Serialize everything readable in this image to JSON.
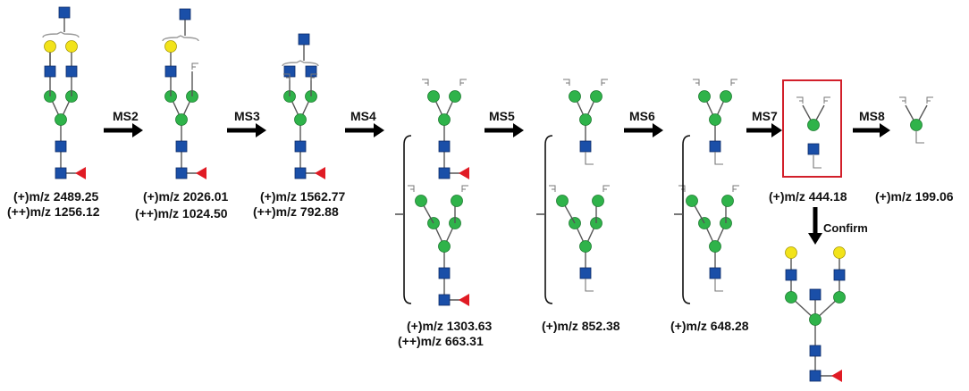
{
  "steps": {
    "ms2": "MS2",
    "ms3": "MS3",
    "ms4": "MS4",
    "ms5": "MS5",
    "ms6": "MS6",
    "ms7": "MS7",
    "ms8": "MS8",
    "confirm": "Confirm"
  },
  "masses": {
    "g1_a": "(+)m/z 2489.25",
    "g1_b": "(++)m/z 1256.12",
    "g2_a": "(+)m/z 2026.01",
    "g2_b": "(++)m/z 1024.50",
    "g3_a": "(+)m/z 1562.77",
    "g3_b": "(++)m/z 792.88",
    "g4_a": "(+)m/z 1303.63",
    "g4_b": "(++)m/z 663.31",
    "g5_a": "(+)m/z 852.38",
    "g6_a": "(+)m/z 648.28",
    "g7_a": "(+)m/z 444.18",
    "g8_a": "(+)m/z 199.06"
  },
  "colors": {
    "hexnac_blue": "#1a4fa8",
    "hexose_green": "#2fb34a",
    "galactose_yellow": "#f2e31a",
    "fucose_red": "#e01b24",
    "highlight_box": "#d21f2a",
    "arrow": "#000000"
  },
  "legend_icons": [
    "square-glcnac-icon",
    "circle-mannose-icon",
    "circle-galactose-icon",
    "triangle-fucose-icon"
  ]
}
